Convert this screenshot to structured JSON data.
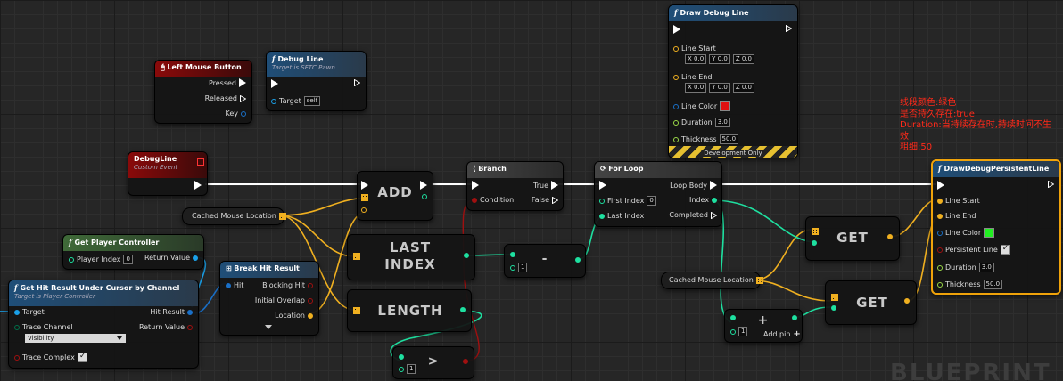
{
  "watermark": "BLUEPRINT",
  "annotation": {
    "lines": [
      "线段颜色:绿色",
      "是否持久存在:true",
      "Duration:当持续存在时,持续时间不生效",
      "粗细:50"
    ]
  },
  "nodes": {
    "left_mouse": {
      "title": "Left Mouse Button",
      "pressed": "Pressed",
      "released": "Released",
      "key": "Key"
    },
    "debug_line_call": {
      "title": "Debug Line",
      "subtitle": "Target is SFTC Pawn",
      "target": "Target",
      "target_value": "self"
    },
    "debugline_event": {
      "title": "DebugLine",
      "subtitle": "Custom Event"
    },
    "get_player_controller": {
      "title": "Get Player Controller",
      "player_index": "Player Index",
      "player_index_value": "0",
      "return_value": "Return Value"
    },
    "get_hit_result": {
      "title": "Get Hit Result Under Cursor by Channel",
      "subtitle": "Target is Player Controller",
      "target": "Target",
      "hit_result": "Hit Result",
      "trace_channel": "Trace Channel",
      "trace_channel_value": "Visibility",
      "return_value": "Return Value",
      "trace_complex": "Trace Complex"
    },
    "break_hit_result": {
      "title": "Break Hit Result",
      "hit": "Hit",
      "blocking_hit": "Blocking Hit",
      "initial_overlap": "Initial Overlap",
      "location": "Location"
    },
    "cached_mouse_1": {
      "label": "Cached Mouse Location"
    },
    "cached_mouse_2": {
      "label": "Cached Mouse Location"
    },
    "add": {
      "label": "ADD"
    },
    "last_index": {
      "label1": "LAST",
      "label2": "INDEX"
    },
    "length": {
      "label": "LENGTH"
    },
    "minus": {
      "label": "-",
      "value": "1"
    },
    "greater": {
      "label": ">",
      "value": "1"
    },
    "branch": {
      "title": "Branch",
      "condition": "Condition",
      "true": "True",
      "false": "False"
    },
    "for_loop": {
      "title": "For Loop",
      "first_index": "First Index",
      "first_index_value": "0",
      "last_index": "Last Index",
      "loop_body": "Loop Body",
      "index": "Index",
      "completed": "Completed"
    },
    "draw_debug_line": {
      "title": "Draw Debug Line",
      "line_start": "Line Start",
      "line_end": "Line End",
      "x": "X",
      "y": "Y",
      "z": "Z",
      "start_x": "0.0",
      "start_y": "0.0",
      "start_z": "0.0",
      "end_x": "0.0",
      "end_y": "0.0",
      "end_z": "0.0",
      "line_color": "Line Color",
      "line_color_value": "#e01010",
      "duration": "Duration",
      "duration_value": "3.0",
      "thickness": "Thickness",
      "thickness_value": "50.0",
      "dev_only": "Development Only"
    },
    "get1": {
      "label": "GET"
    },
    "get2": {
      "label": "GET"
    },
    "add_pin": {
      "label": "Add pin",
      "value": "1",
      "plus": "+"
    },
    "draw_persistent": {
      "title": "DrawDebugPersistentLine",
      "line_start": "Line Start",
      "line_end": "Line End",
      "line_color": "Line Color",
      "line_color_value": "#22ee22",
      "persistent": "Persistent Line",
      "duration": "Duration",
      "duration_value": "3.0",
      "thickness": "Thickness",
      "thickness_value": "50.0"
    }
  },
  "colors": {
    "exec": "#ffffff",
    "vector": "#f0b020",
    "object": "#1aa0e8",
    "int": "#1ee0a0",
    "bool": "#a01010",
    "float": "#9ad848",
    "struct": "#1a70c8",
    "byte": "#00704a",
    "event_header": "#8a0a0a",
    "function_header": "#1f4e78",
    "pure_header": "#3f6a38",
    "selection": "#f0a30a"
  }
}
